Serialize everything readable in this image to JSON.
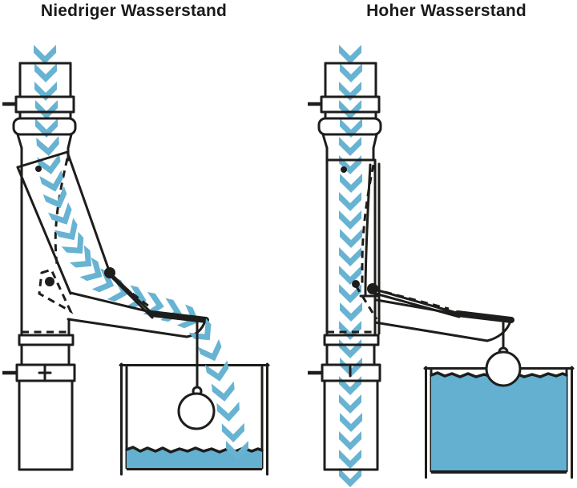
{
  "panels": [
    {
      "id": "low-water",
      "title": "Niedriger Wasserstand",
      "water_level": "low",
      "diverter_state": "open"
    },
    {
      "id": "high-water",
      "title": "Hoher Wasserstand",
      "water_level": "high",
      "diverter_state": "closed"
    }
  ],
  "colors": {
    "line": "#1d1d1b",
    "water": "#63b0d0",
    "arrow": "#68b3d2",
    "bg": "#ffffff",
    "text": "#1a1a1a"
  }
}
